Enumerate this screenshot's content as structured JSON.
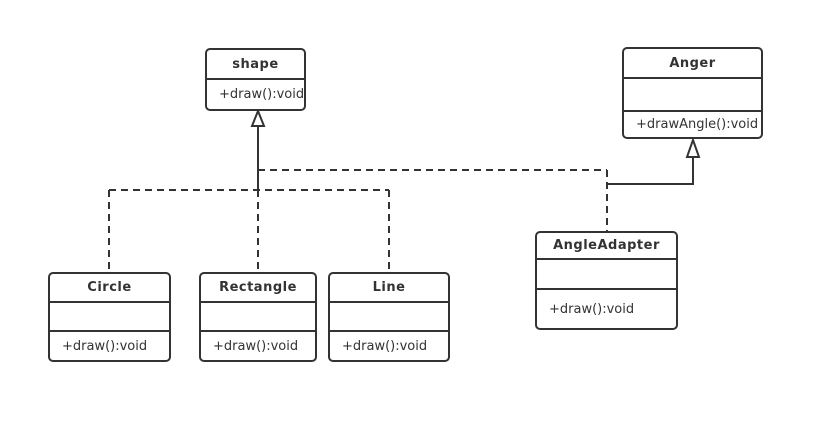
{
  "diagram": {
    "type": "uml-class-diagram",
    "background_color": "#ffffff",
    "stroke_color": "#333333",
    "classes": [
      {
        "name": "shape",
        "attributes": [],
        "methods": [
          "+draw():void"
        ]
      },
      {
        "name": "Anger",
        "attributes": [],
        "methods": [
          "+drawAngle():void"
        ]
      },
      {
        "name": "AngleAdapter",
        "attributes": [],
        "methods": [
          "+draw():void"
        ]
      },
      {
        "name": "Circle",
        "attributes": [],
        "methods": [
          "+draw():void"
        ]
      },
      {
        "name": "Rectangle",
        "attributes": [],
        "methods": [
          "+draw():void"
        ]
      },
      {
        "name": "Line",
        "attributes": [],
        "methods": [
          "+draw():void"
        ]
      }
    ],
    "relationships": [
      {
        "type": "realization",
        "from": "Circle",
        "to": "shape",
        "line_style": "dashed",
        "arrowhead": "hollow-triangle"
      },
      {
        "type": "realization",
        "from": "Rectangle",
        "to": "shape",
        "line_style": "dashed",
        "arrowhead": "hollow-triangle"
      },
      {
        "type": "realization",
        "from": "Line",
        "to": "shape",
        "line_style": "dashed",
        "arrowhead": "hollow-triangle"
      },
      {
        "type": "realization",
        "from": "AngleAdapter",
        "to": "shape",
        "line_style": "dashed",
        "arrowhead": "hollow-triangle"
      },
      {
        "type": "generalization",
        "from": "AngleAdapter",
        "to": "Anger",
        "line_style": "solid",
        "arrowhead": "hollow-triangle"
      }
    ]
  }
}
